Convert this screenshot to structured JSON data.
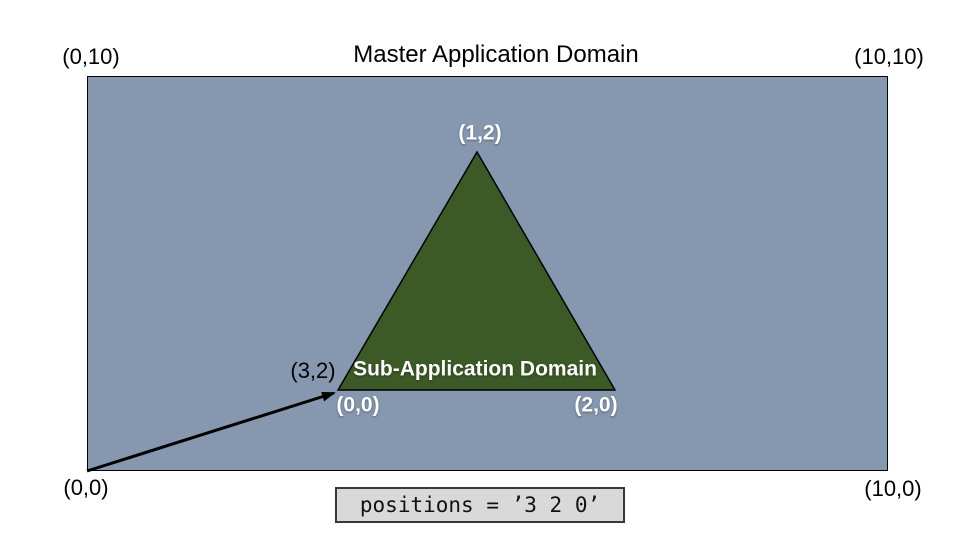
{
  "diagram": {
    "title": "Master Application Domain",
    "master_domain": {
      "fill": "#8697b0",
      "border_color": "#000000",
      "corner_top_left": "(0,10)",
      "corner_top_right": "(10,10)",
      "corner_bottom_left": "(0,0)",
      "corner_bottom_right": "(10,0)"
    },
    "sub_domain": {
      "label": "Sub-Application Domain",
      "fill": "#3b5a25",
      "border_color": "#000000",
      "vertex_apex": "(1,2)",
      "vertex_origin": "(0,0)",
      "vertex_right": "(2,0)"
    },
    "offset_arrow": {
      "label": "(3,2)",
      "color": "#000000"
    },
    "code_box": {
      "text": "positions = ’3 2 0’",
      "fill": "#d9d9d9"
    }
  }
}
